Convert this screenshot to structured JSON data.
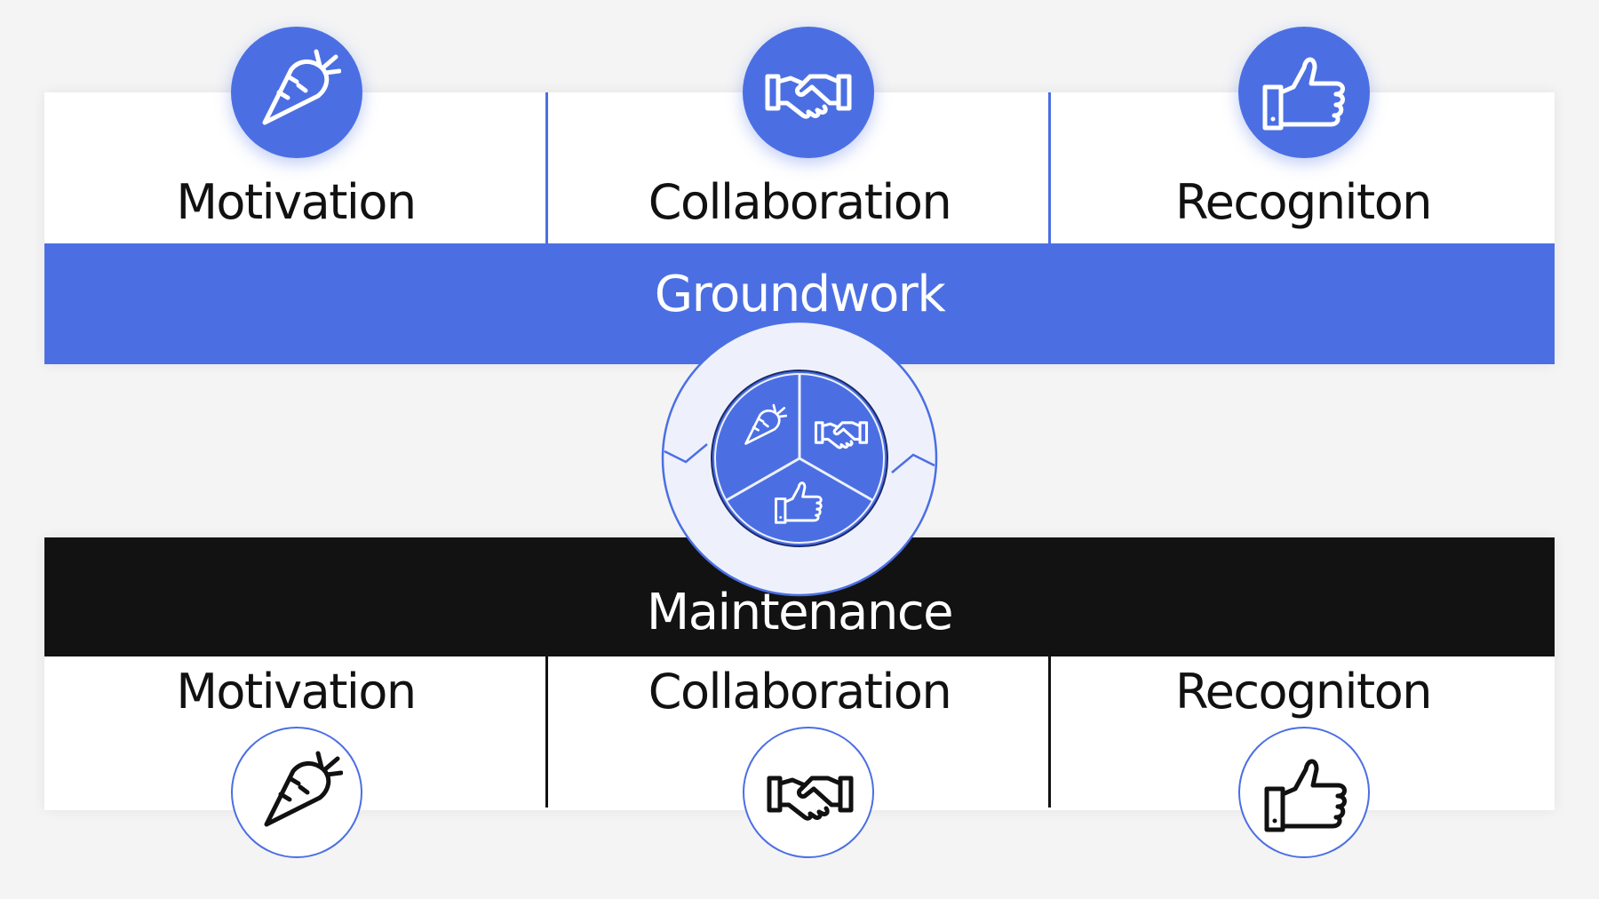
{
  "groundwork": {
    "band_label": "Groundwork",
    "items": [
      {
        "label": "Motivation",
        "icon": "carrot-icon"
      },
      {
        "label": "Collaboration",
        "icon": "handshake-icon"
      },
      {
        "label": "Recogniton",
        "icon": "thumbs-up-icon"
      }
    ]
  },
  "maintenance": {
    "band_label": "Maintenance",
    "items": [
      {
        "label": "Motivation",
        "icon": "carrot-icon"
      },
      {
        "label": "Collaboration",
        "icon": "handshake-icon"
      },
      {
        "label": "Recogniton",
        "icon": "thumbs-up-icon"
      }
    ]
  },
  "center_badge": {
    "segments": [
      "carrot-icon",
      "handshake-icon",
      "thumbs-up-icon"
    ]
  },
  "colors": {
    "accent_blue": "#4b6fe3",
    "dark_band": "#121212",
    "background": "#f4f4f5",
    "badge_ring": "#eef1fc"
  }
}
